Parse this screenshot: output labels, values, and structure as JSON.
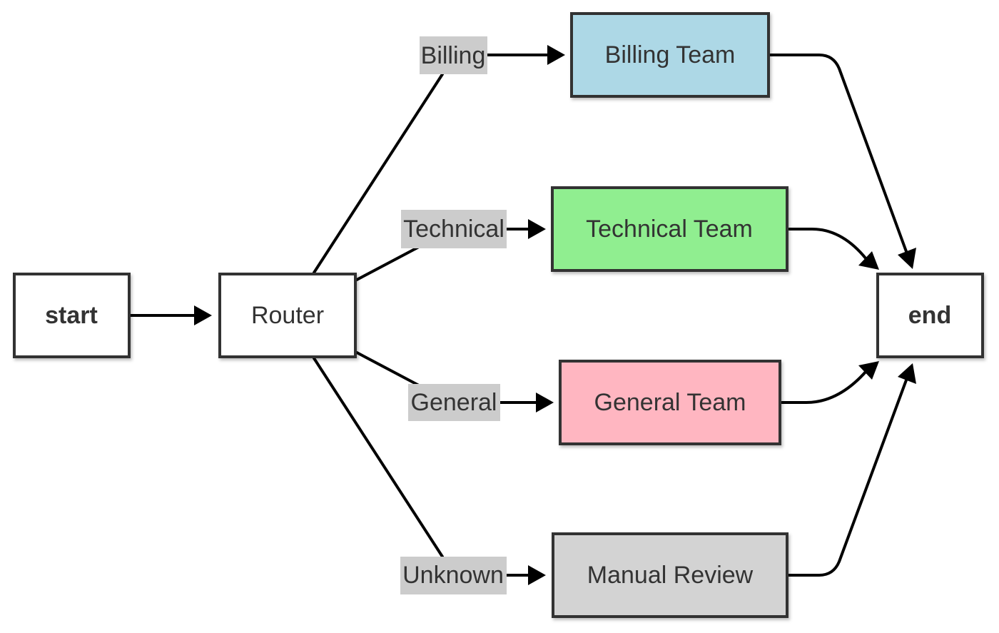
{
  "diagram": {
    "nodes": {
      "start": {
        "label": "start",
        "fill": "#ffffff"
      },
      "router": {
        "label": "Router",
        "fill": "#ffffff"
      },
      "billing": {
        "label": "Billing Team",
        "fill": "#add8e6"
      },
      "technical": {
        "label": "Technical Team",
        "fill": "#90ee90"
      },
      "general": {
        "label": "General Team",
        "fill": "#ffb6c1"
      },
      "manual": {
        "label": "Manual Review",
        "fill": "#d3d3d3"
      },
      "end": {
        "label": "end",
        "fill": "#ffffff"
      }
    },
    "edge_labels": {
      "billing": "Billing",
      "technical": "Technical",
      "general": "General",
      "unknown": "Unknown"
    },
    "colors": {
      "stroke": "#333333",
      "edge": "#000000",
      "label_background": "#cccccc",
      "text": "#333333"
    }
  }
}
